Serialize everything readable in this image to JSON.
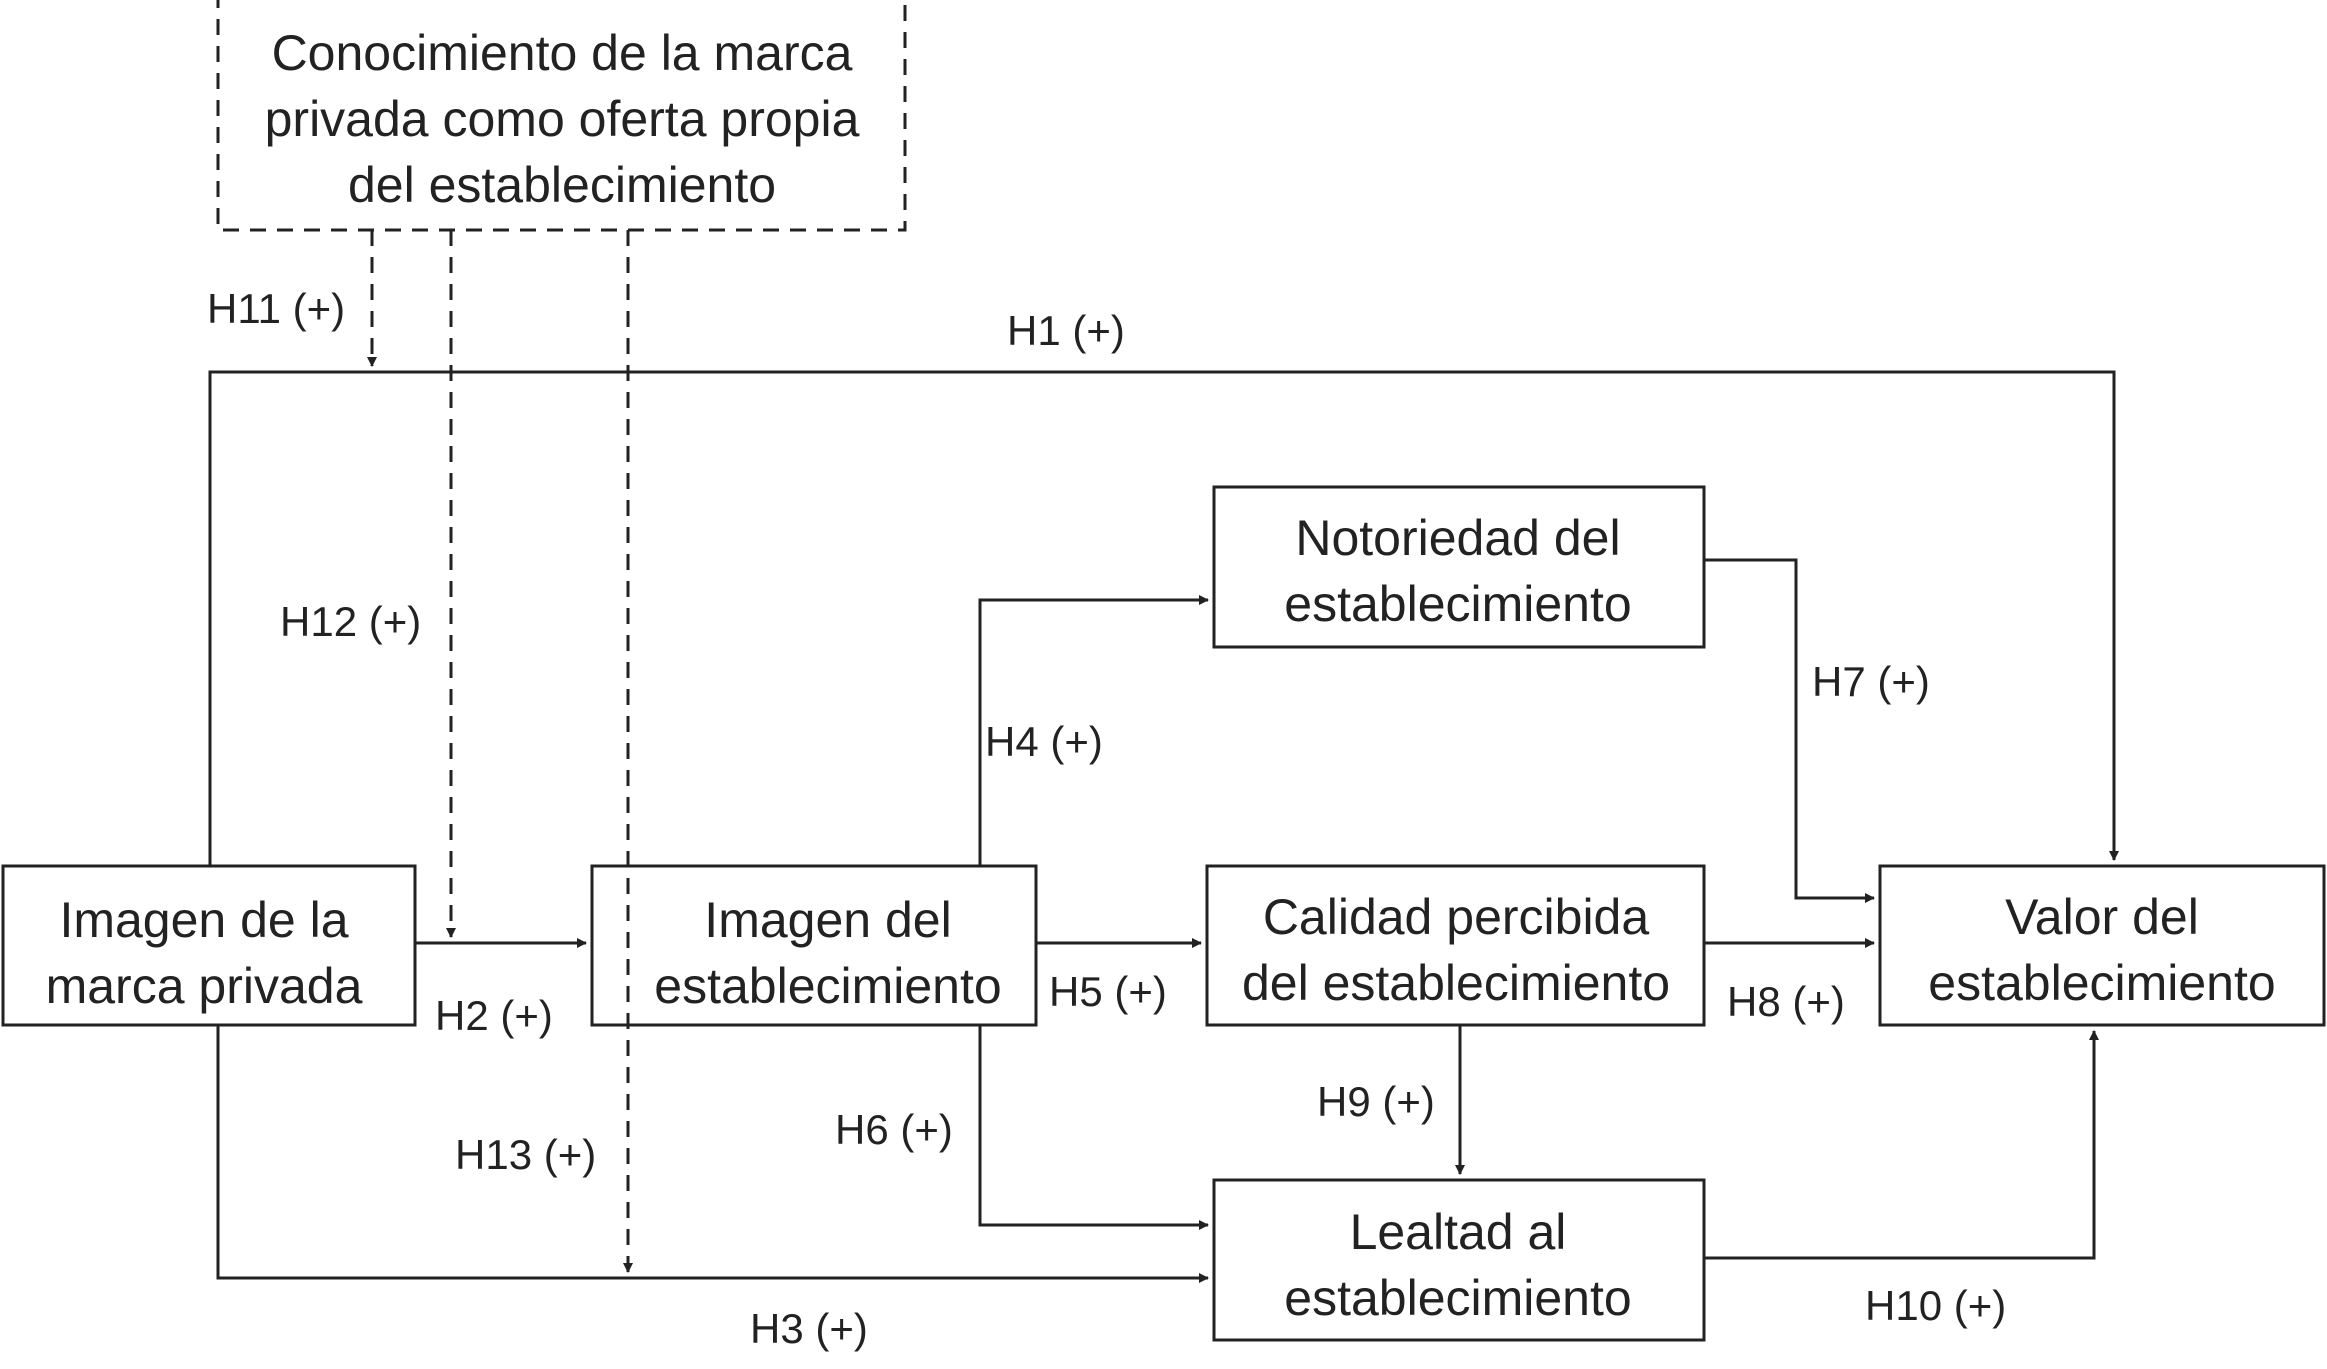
{
  "colors": {
    "ink": "#222222",
    "background": "#ffffff"
  },
  "nodes": {
    "conocimiento": {
      "lines": [
        "Conocimiento de la marca",
        "privada como oferta propia",
        "del establecimiento"
      ]
    },
    "imagen_marca": {
      "lines": [
        "Imagen de la",
        "marca privada"
      ]
    },
    "imagen_establecimiento": {
      "lines": [
        "Imagen del",
        "establecimiento"
      ]
    },
    "notoriedad": {
      "lines": [
        "Notoriedad del",
        "establecimiento"
      ]
    },
    "calidad": {
      "lines": [
        "Calidad percibida",
        "del establecimiento"
      ]
    },
    "lealtad": {
      "lines": [
        "Lealtad al",
        "establecimiento"
      ]
    },
    "valor": {
      "lines": [
        "Valor del",
        "establecimiento"
      ]
    }
  },
  "edges": {
    "h1": "H1 (+)",
    "h2": "H2 (+)",
    "h3": "H3 (+)",
    "h4": "H4 (+)",
    "h5": "H5 (+)",
    "h6": "H6 (+)",
    "h7": "H7 (+)",
    "h8": "H8 (+)",
    "h9": "H9 (+)",
    "h10": "H10 (+)",
    "h11": "H11 (+)",
    "h12": "H12 (+)",
    "h13": "H13 (+)"
  }
}
